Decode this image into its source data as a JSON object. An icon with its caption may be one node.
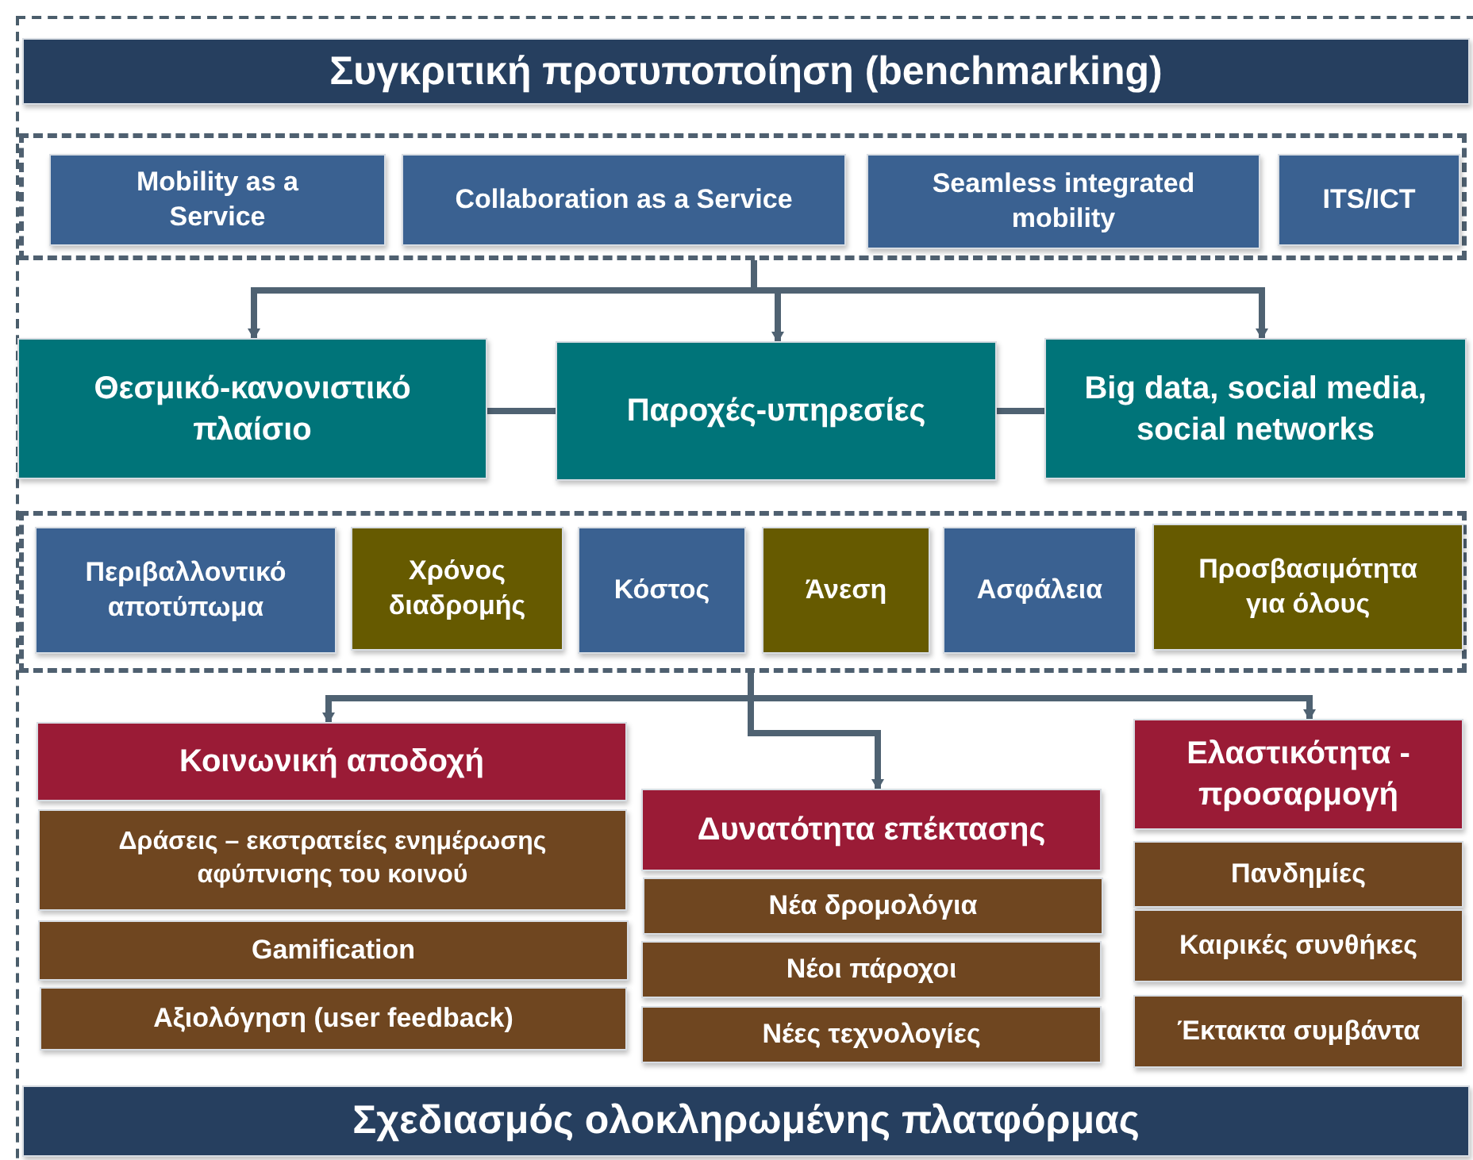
{
  "diagram": {
    "nodes": [
      {
        "text": [
          "Συγκριτική προτυποποίηση (benchmarking)"
        ]
      },
      {
        "text": [],
        "shape": "box"
      },
      {
        "text": [
          "Mobility as a Service"
        ],
        "in": 1
      },
      {
        "text": [
          "Collaboration as a Service"
        ],
        "in": 1
      },
      {
        "text": [
          "Seamless integrated mobility"
        ],
        "in": 1
      },
      {
        "text": [
          "ITS/ICT"
        ],
        "in": 1
      },
      {
        "text": [
          "Θεσμικό-κανονιστικό πλαίσιο"
        ]
      },
      {
        "text": [
          "Παροχές-υπηρεσίες"
        ]
      },
      {
        "text": [
          "Big data, social media, social networks"
        ]
      },
      {
        "text": [],
        "shape": "box"
      },
      {
        "text": [
          "Περιβαλλοντικό αποτύπωμα"
        ],
        "in": 9
      },
      {
        "text": [
          "Χρόνος διαδρομής"
        ],
        "in": 9
      },
      {
        "text": [
          "Κόστος"
        ],
        "in": 9
      },
      {
        "text": [
          "Άνεση"
        ],
        "in": 9
      },
      {
        "text": [
          "Ασφάλεια"
        ],
        "in": 9
      },
      {
        "text": [
          "Προσβασιμότητα για όλους"
        ],
        "in": 9
      },
      {
        "text": [
          "Κοινωνική αποδοχή"
        ]
      },
      {
        "text": [
          "Δράσεις – εκστρατείες ενημέρωσης αφύπνισης του κοινού"
        ]
      },
      {
        "text": [
          "Gamification"
        ]
      },
      {
        "text": [
          "Αξιολόγηση (user feedback)"
        ]
      },
      {
        "text": [
          "Δυνατότητα επέκτασης"
        ]
      },
      {
        "text": [
          "Νέα δρομολόγια"
        ]
      },
      {
        "text": [
          "Νέοι πάροχοι"
        ]
      },
      {
        "text": [
          "Νέες τεχνολογίες"
        ]
      },
      {
        "text": [
          "Ελαστικότητα - προσαρμογή"
        ]
      },
      {
        "text": [
          "Πανδημίες"
        ]
      },
      {
        "text": [
          "Καιρικές συνθήκες"
        ]
      },
      {
        "text": [
          "Έκτακτα συμβάντα"
        ]
      },
      {
        "text": [
          "Σχεδιασμός ολοκληρωμένης πλατφόρμας"
        ]
      }
    ],
    "edges": [
      {
        "from": 1,
        "to": 6,
        "arrow": "to"
      },
      {
        "from": 1,
        "to": 7,
        "arrow": "to"
      },
      {
        "from": 1,
        "to": 8,
        "arrow": "to"
      },
      {
        "from": 6,
        "to": 7,
        "arrow": "none"
      },
      {
        "from": 7,
        "to": 8,
        "arrow": "none"
      },
      {
        "from": 9,
        "to": 16,
        "arrow": "to"
      },
      {
        "from": 9,
        "to": 20,
        "arrow": "to"
      },
      {
        "from": 9,
        "to": 24,
        "arrow": "to"
      }
    ]
  }
}
